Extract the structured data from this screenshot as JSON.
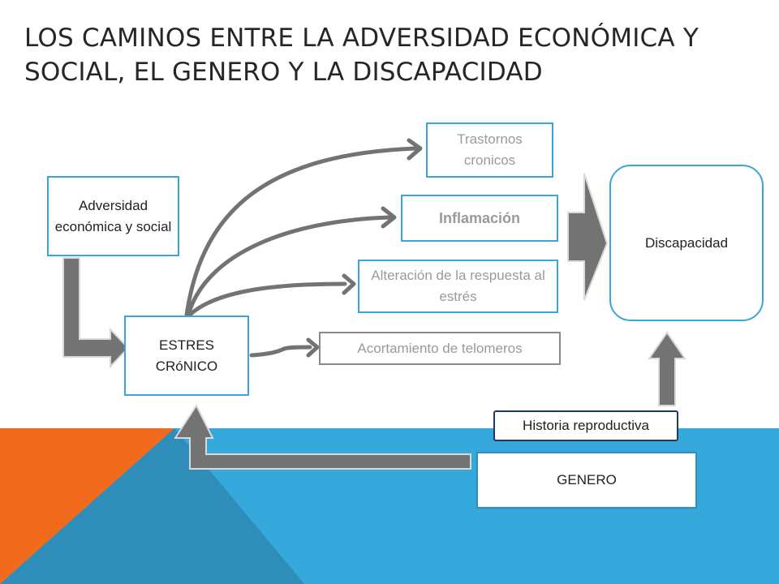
{
  "title": "LOS CAMINOS ENTRE LA ADVERSIDAD ECONÓMICA Y SOCIAL, EL  GENERO Y LA DISCAPACIDAD",
  "nodes": {
    "adversidad": "Adversidad económica y social",
    "estres": "ESTRES CRóNICO",
    "trastornos": "Trastornos cronicos",
    "inflamacion": "Inflamación",
    "alteracion": "Alteración de la respuesta al estrés",
    "telomeros": "Acortamiento de telomeros",
    "discapacidad": "Discapacidad",
    "historia": "Historia reproductiva",
    "genero": "GENERO"
  },
  "colors": {
    "accent_blue": "#3aa6d8",
    "accent_orange": "#f26b1d",
    "arrow_gray": "#737373",
    "box_border_dark": "#1f3a5a"
  }
}
